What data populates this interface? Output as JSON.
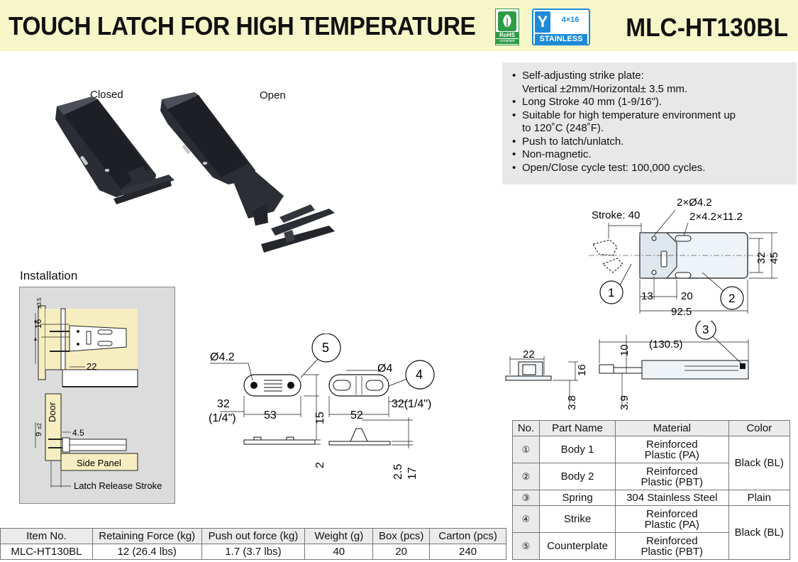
{
  "header": {
    "title": "TOUCH LATCH FOR HIGH TEMPERATURE",
    "model": "MLC-HT130BL",
    "rohs_label": "RoHS",
    "rohs_sub": "compliant",
    "stainless_size": "4×16",
    "stainless_label": "STAINLESS",
    "colors": {
      "header_bg": "#f7f6c9",
      "rohs_green": "#2e9b45",
      "stainless_blue": "#1d8ad6"
    }
  },
  "photos": {
    "closed_label": "Closed",
    "open_label": "Open"
  },
  "features": [
    "Self-adjusting strike plate:",
    "Long Stroke 40 mm (1-9/16\").",
    "Suitable for high temperature environment up",
    "Push to latch/unlatch.",
    "Non-magnetic.",
    "Open/Close cycle test: 100,000 cycles."
  ],
  "features_cont": {
    "line1": "Vertical ±2mm/Horizontal± 3.5 mm.",
    "line3": "to 120˚C (248˚F)."
  },
  "installation": {
    "title": "Installation",
    "dim_16": "16",
    "dim_16_tol": "±3.5",
    "dim_22": "22",
    "door": "Door",
    "dim_9": "9",
    "dim_9_tol": "±2",
    "dim_4_5": "4.5",
    "side_panel": "Side Panel",
    "release": "Latch Release Stroke"
  },
  "drawings": {
    "counter_d": "Ø4.2",
    "counter_32": "32",
    "counter_14": "(1/4\")",
    "counter_53": "53",
    "counter_15": "15",
    "counter_2": "2",
    "balloon_5": "5",
    "strike_d": "Ø4",
    "strike_52": "52",
    "strike_32": "32(1/4\")",
    "strike_25": "2.5",
    "strike_17": "17",
    "balloon_4": "4",
    "main_2x42": "2×Ø4.2",
    "main_slots": "2×4.2×11.2",
    "main_stroke": "Stroke: 40",
    "main_32": "32",
    "main_45": "45",
    "main_13": "13",
    "main_20": "20",
    "main_925": "92.5",
    "balloon_1": "1",
    "balloon_2": "2",
    "balloon_3": "3",
    "side_1305": "(130.5)",
    "side_10": "10",
    "side_39": "3.9",
    "side_22": "22",
    "side_16": "16",
    "side_38": "3.8"
  },
  "parts_table": {
    "headers": [
      "No.",
      "Part Name",
      "Material",
      "Color"
    ],
    "rows": [
      {
        "no": "①",
        "name": "Body 1",
        "mat1": "Reinforced",
        "mat2": "Plastic (PA)"
      },
      {
        "no": "②",
        "name": "Body 2",
        "mat1": "Reinforced",
        "mat2": "Plastic (PBT)"
      },
      {
        "no": "③",
        "name": "Spring",
        "mat1": "304 Stainless Steel",
        "mat2": ""
      },
      {
        "no": "④",
        "name": "Strike",
        "mat1": "Reinforced",
        "mat2": "Plastic (PA)"
      },
      {
        "no": "⑤",
        "name": "Counterplate",
        "mat1": "Reinforced",
        "mat2": "Plastic (PBT)"
      }
    ],
    "color_black": "Black (BL)",
    "color_plain": "Plain"
  },
  "items_table": {
    "headers": [
      "Item No.",
      "Retaining Force (kg)",
      "Push out force (kg)",
      "Weight (g)",
      "Box (pcs)",
      "Carton (pcs)"
    ],
    "row": [
      "MLC-HT130BL",
      "12 (26.4 lbs)",
      "1.7 (3.7 lbs)",
      "40",
      "20",
      "240"
    ]
  }
}
